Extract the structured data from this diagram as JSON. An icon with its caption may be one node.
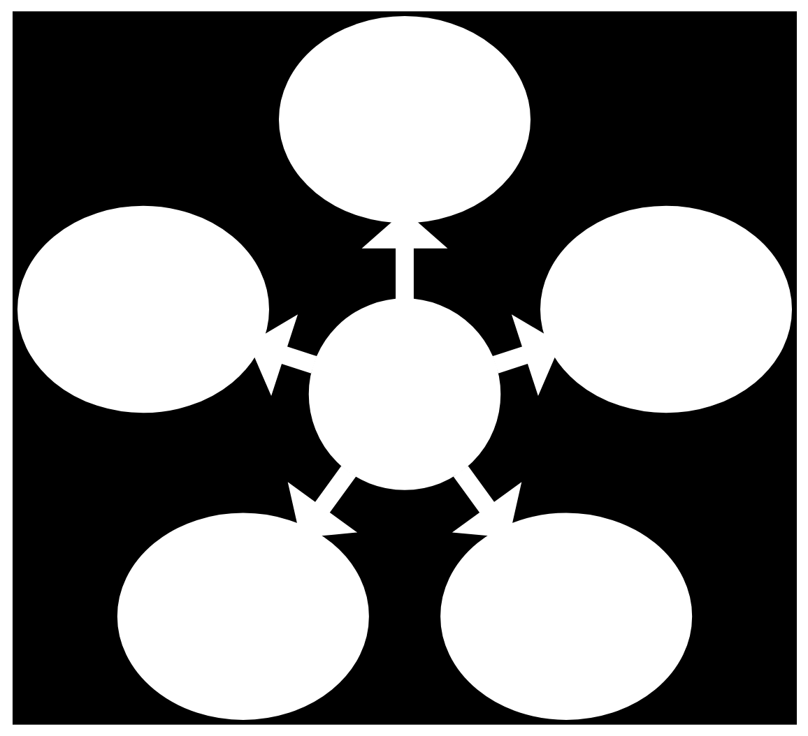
{
  "diagram": {
    "nodes": [
      {
        "text": [],
        "shape": "ellipse"
      },
      {
        "text": [],
        "shape": "ellipse"
      },
      {
        "text": [],
        "shape": "ellipse"
      },
      {
        "text": [],
        "shape": "circle"
      },
      {
        "text": [],
        "shape": "ellipse"
      },
      {
        "text": [],
        "shape": "ellipse"
      }
    ],
    "edges": [
      {
        "from": 3,
        "to": 0,
        "arrow": "to"
      },
      {
        "from": 3,
        "to": 1,
        "arrow": "to"
      },
      {
        "from": 3,
        "to": 2,
        "arrow": "to"
      },
      {
        "from": 3,
        "to": 4,
        "arrow": "to"
      },
      {
        "from": 3,
        "to": 5,
        "arrow": "to"
      }
    ]
  }
}
